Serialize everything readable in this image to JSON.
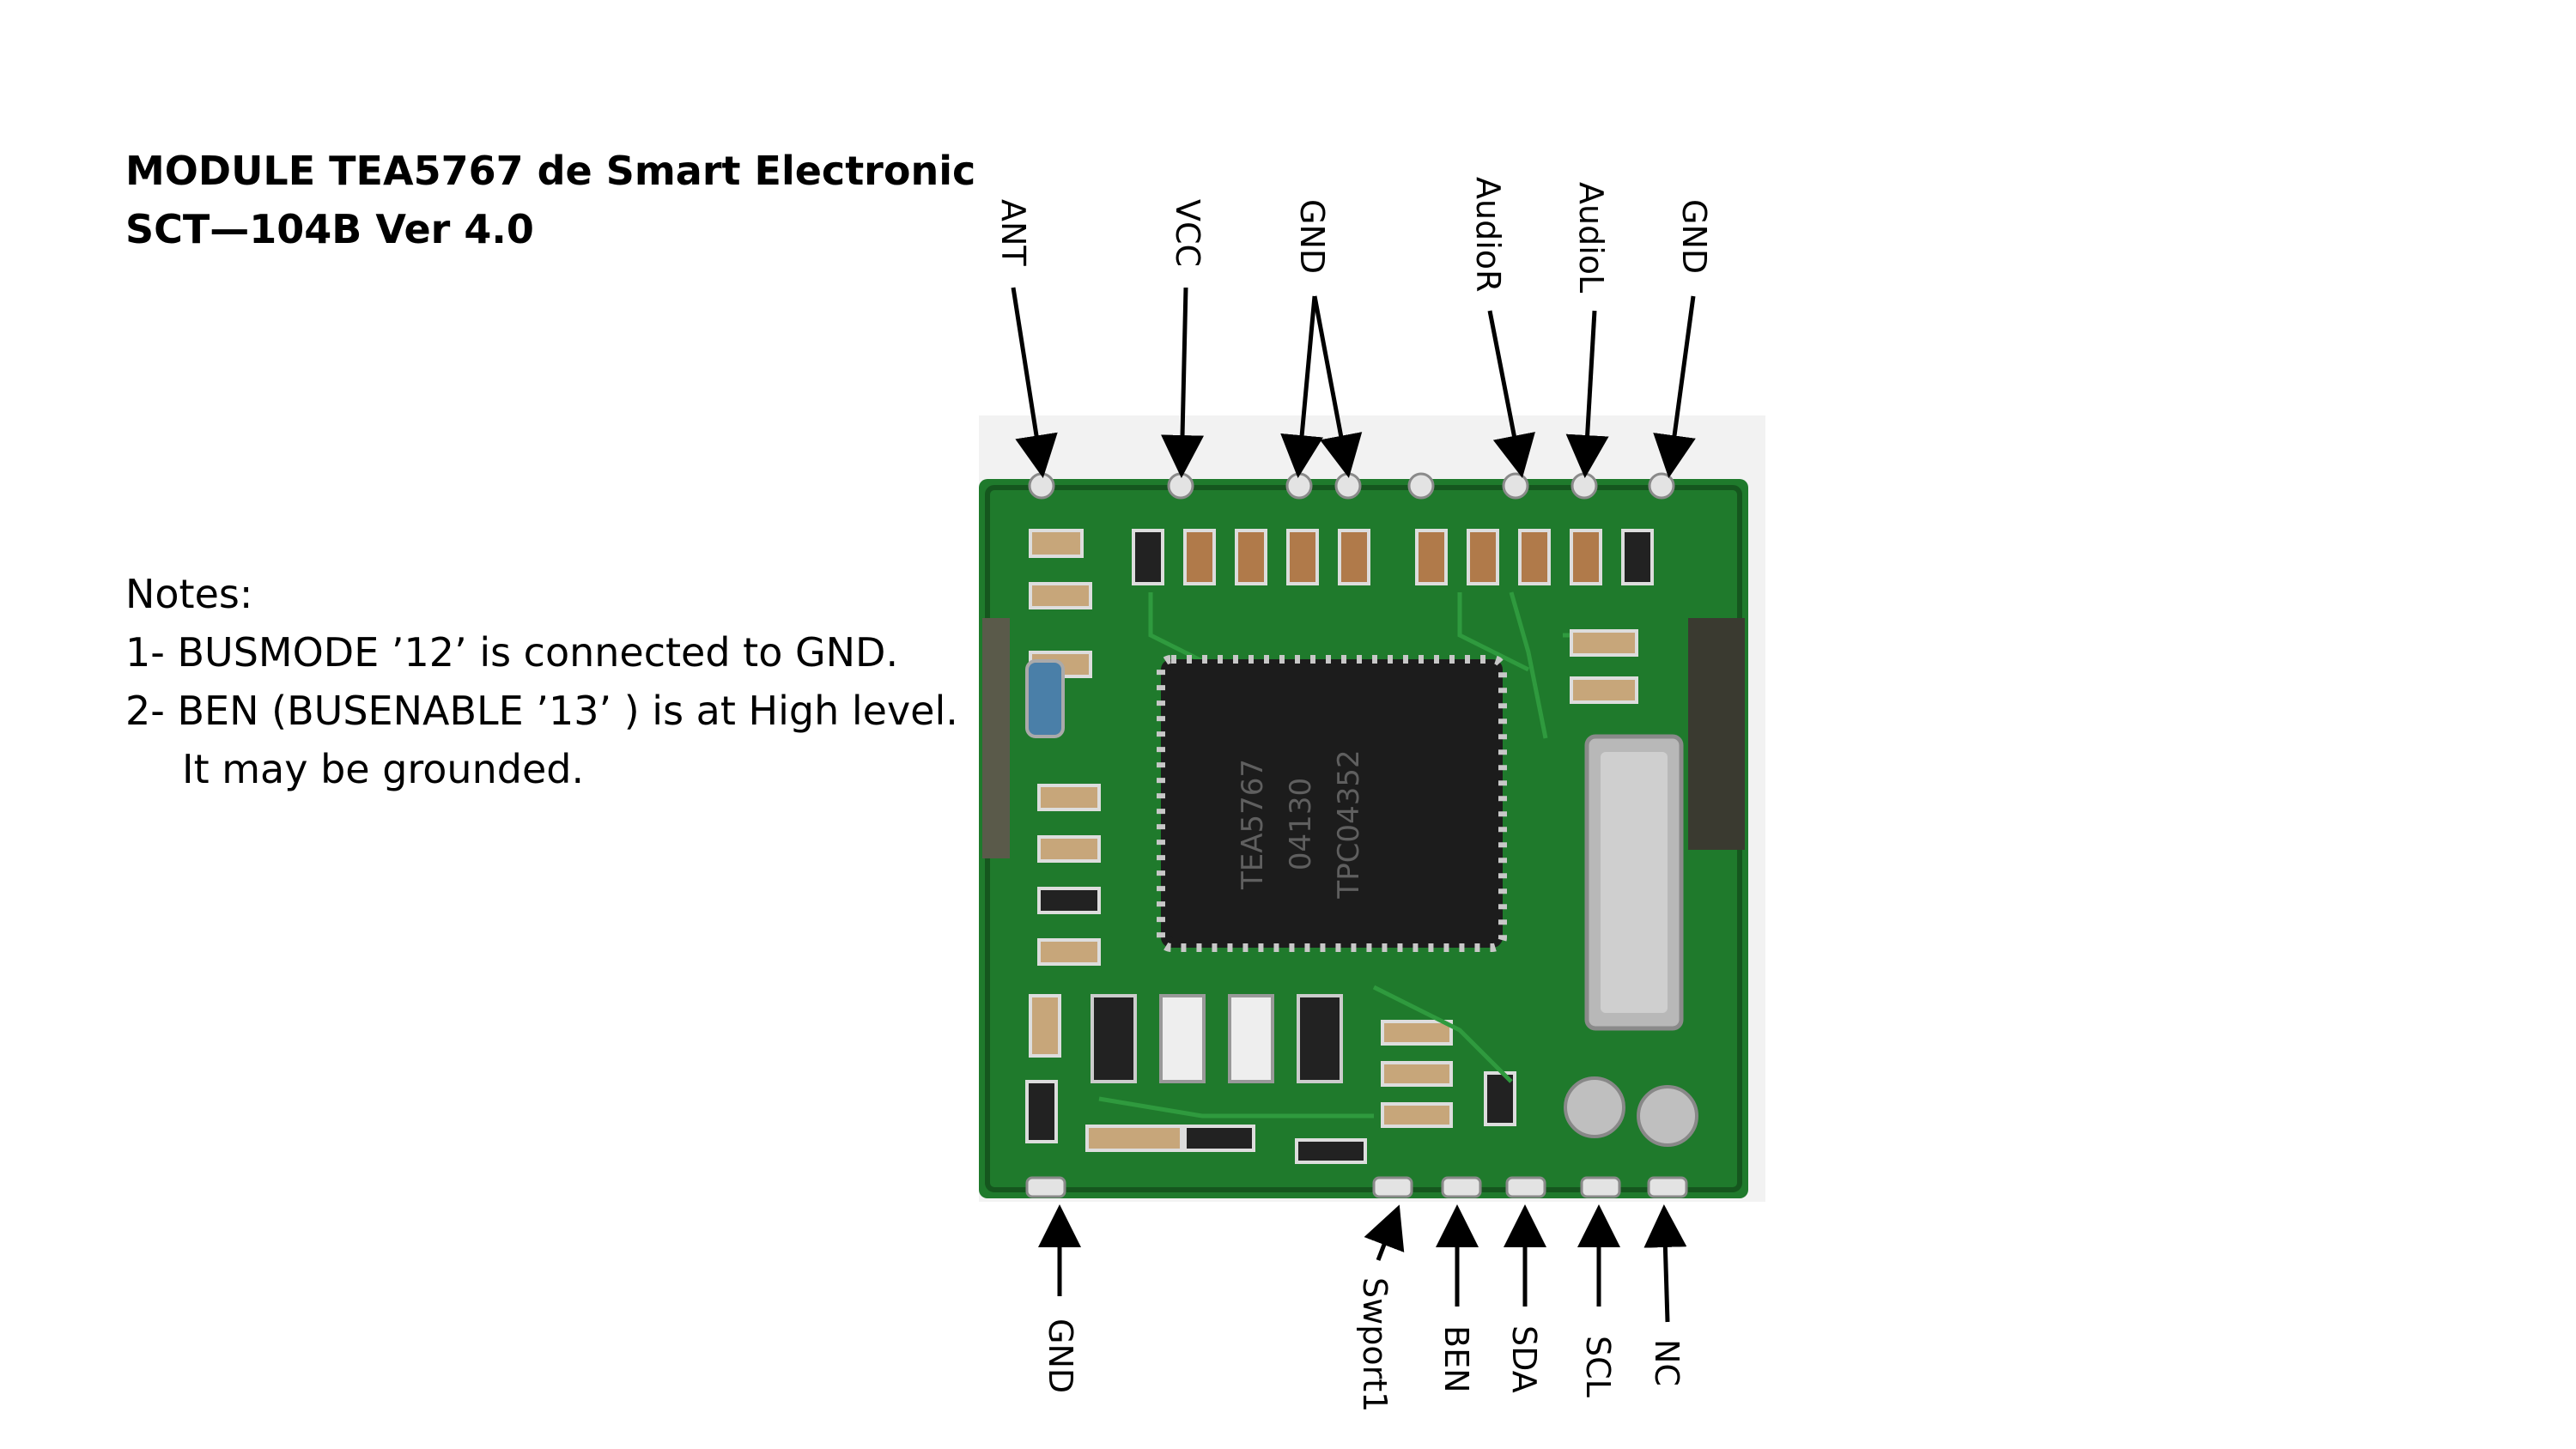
{
  "title": {
    "line1": "MODULE TEA5767 de Smart Electronic",
    "line2": "SCT—104B Ver 4.0"
  },
  "notes": {
    "heading": "Notes:",
    "note1": "1- BUSMODE ’12’ is connected to GND.",
    "note2": "2- BEN (BUSENABLE ’13’ ) is at High level.",
    "note3": "It may be grounded."
  },
  "chip": {
    "line1": "TEA5767",
    "line2": "04130",
    "line3": "TPC04352"
  },
  "top_pins": [
    {
      "label": "ANT"
    },
    {
      "label": "VCC"
    },
    {
      "label": "GND"
    },
    {
      "label": "AudioR"
    },
    {
      "label": "AudioL"
    },
    {
      "label": "GND"
    }
  ],
  "bottom_pins": [
    {
      "label": "GND"
    },
    {
      "label": "Swport1"
    },
    {
      "label": "BEN"
    },
    {
      "label": "SDA"
    },
    {
      "label": "SCL"
    },
    {
      "label": "NC"
    }
  ],
  "colors": {
    "pcb": "#1f7a2c",
    "pcb_dark": "#15561e",
    "chip": "#1c1c1c",
    "pad": "#d9d9d9",
    "crystal": "#b8b8b8"
  }
}
